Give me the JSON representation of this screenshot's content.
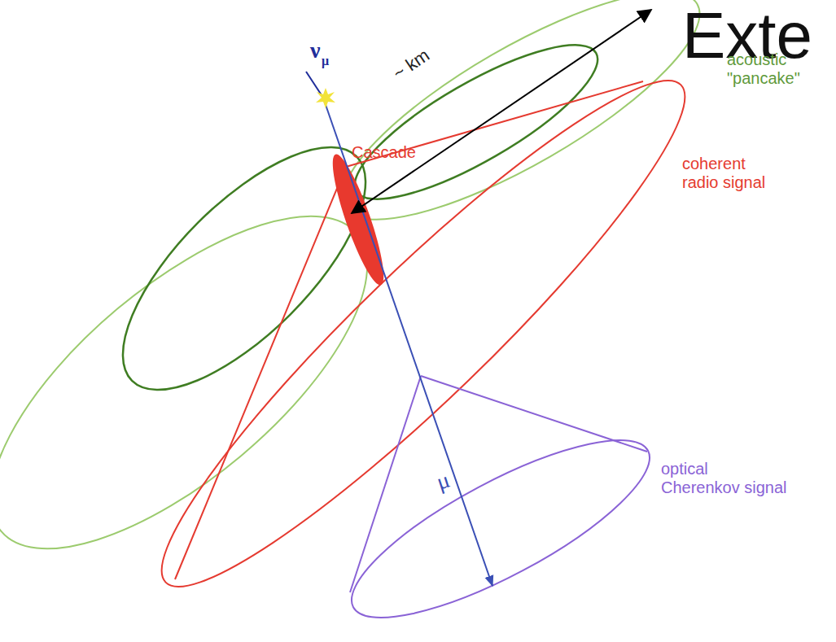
{
  "diagram": {
    "title": "Exte",
    "labels": [
      "~ km",
      "ν",
      "μ",
      "Cascade",
      "acoustic \"pancake\"",
      "coherent radio signal",
      "optical Cherenkov signal",
      "μ"
    ]
  }
}
